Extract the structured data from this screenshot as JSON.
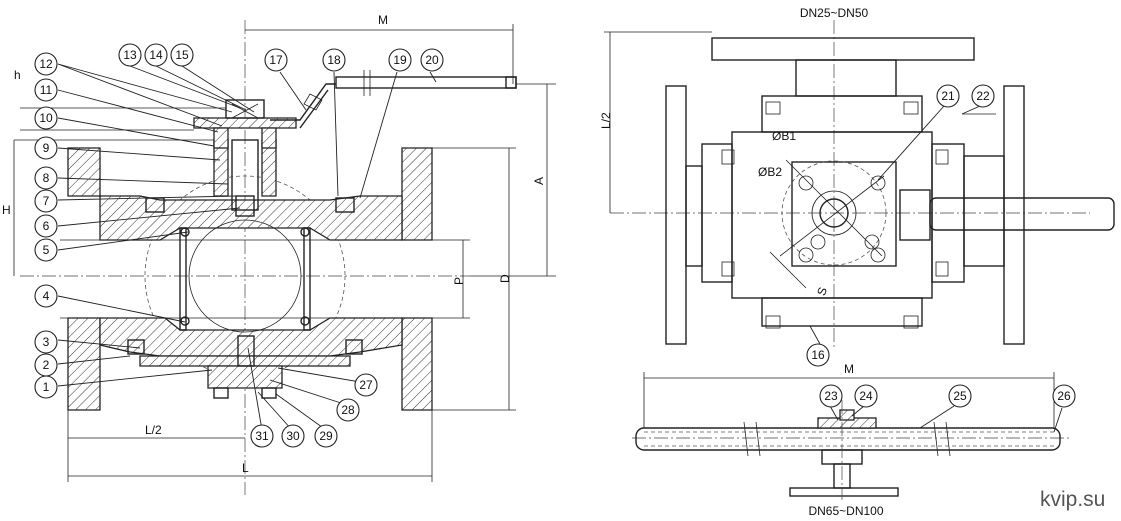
{
  "titles": {
    "top_view": "DN25~DN50",
    "bottom_view": "DN65~DN100"
  },
  "watermark": "kvip.su",
  "dimensions": {
    "M_section": "M",
    "h": "h",
    "H": "H",
    "A": "A",
    "D": "D",
    "P": "P",
    "L_half": "L/2",
    "L": "L",
    "L_half_top": "L/2",
    "B1": "ØB1",
    "B2": "ØB2",
    "S": "S",
    "M_handle": "M"
  },
  "callouts": {
    "c1": "1",
    "c2": "2",
    "c3": "3",
    "c4": "4",
    "c5": "5",
    "c6": "6",
    "c7": "7",
    "c8": "8",
    "c9": "9",
    "c10": "10",
    "c11": "11",
    "c12": "12",
    "c13": "13",
    "c14": "14",
    "c15": "15",
    "c16": "16",
    "c17": "17",
    "c18": "18",
    "c19": "19",
    "c20": "20",
    "c21": "21",
    "c22": "22",
    "c23": "23",
    "c24": "24",
    "c25": "25",
    "c26": "26",
    "c27": "27",
    "c28": "28",
    "c29": "29",
    "c30": "30",
    "c31": "31"
  }
}
